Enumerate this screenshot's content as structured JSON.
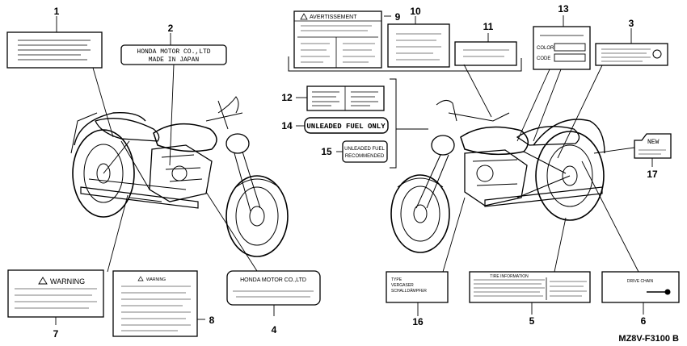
{
  "callouts": [
    "1",
    "2",
    "3",
    "4",
    "5",
    "6",
    "7",
    "8",
    "9",
    "10",
    "11",
    "12",
    "13",
    "14",
    "15",
    "16",
    "17"
  ],
  "labels": {
    "honda_line1": "HONDA MOTOR CO.,LTD",
    "honda_line2": "MADE IN JAPAN",
    "avertissement": "AVERTISSEMENT",
    "color": "COLOR",
    "code": "CODE",
    "unleaded_fuel_only": "UNLEADED FUEL ONLY",
    "unleaded_fuel_line1": "UNLEADED FUEL",
    "unleaded_fuel_line2": "RECOMMENDED",
    "new": "NEW",
    "warning_big": "WARNING",
    "warning_small": "WARNING",
    "honda_motor_co_ltd": "HONDA MOTOR CO.,LTD",
    "type": "TYPE",
    "vergaser": "VERGASER",
    "schalldampfer": "SCHALLDÄMPFER",
    "tire_information": "TIRE INFORMATION",
    "drive_chain": "DRIVE CHAIN"
  },
  "diagram_code": "MZ8V-F3100 B"
}
